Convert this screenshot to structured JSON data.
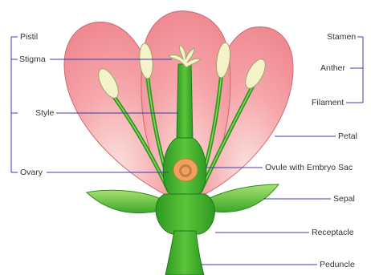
{
  "labels": {
    "pistil": "Pistil",
    "stigma": "Stigma",
    "style": "Style",
    "ovary": "Ovary",
    "stamen": "Stamen",
    "anther": "Anther",
    "filament": "Filament",
    "petal": "Petal",
    "ovule": "Ovule with Embryo Sac",
    "sepal": "Sepal",
    "receptacle": "Receptacle",
    "peduncle": "Peduncle"
  },
  "colors": {
    "petal_fill": "#f5a3a8",
    "petal_light": "#fde0df",
    "green": "#3aa82a",
    "green_light": "#8fd45a",
    "green_dark": "#1f7a1a",
    "anther": "#f4f2c8",
    "ovule": "#f0a060",
    "leader_line": "#3b3bb0"
  }
}
